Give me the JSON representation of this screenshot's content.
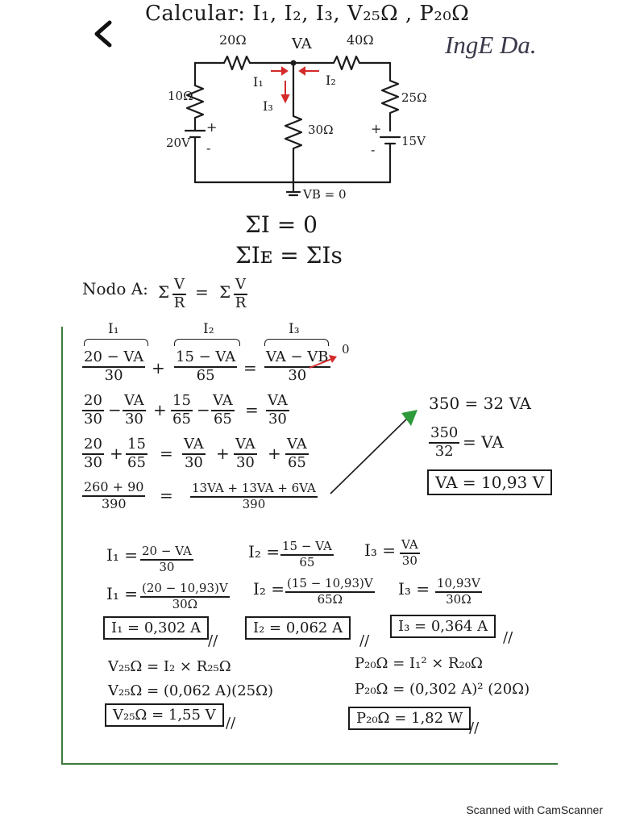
{
  "header": {
    "back_icon": "chevron-left-icon",
    "title": "Calcular: I₁, I₂, I₃, V₂₅Ω , P₂₀Ω",
    "brand": "IngE Da."
  },
  "circuit": {
    "r_top_left": "20Ω",
    "node_a": "VA",
    "r_top_right": "40Ω",
    "r_left": "10Ω",
    "source_left": "20V",
    "plus": "+",
    "minus": "-",
    "i1": "I₁",
    "i2": "I₂",
    "i3": "I₃",
    "r_middle": "30Ω",
    "r_right": "25Ω",
    "source_right": "15V",
    "ground": "VB = 0"
  },
  "laws": {
    "kcl": "ΣI = 0",
    "kcl_in_out": "ΣIᴇ = ΣIs",
    "node_label": "Nodo A:",
    "node_eq_lhs": "Σ",
    "node_eq_eq": "=",
    "v": "V",
    "r": "R"
  },
  "node_equation": {
    "brace_i1": "I₁",
    "brace_i2": "I₂",
    "brace_i3": "I₃",
    "row1": {
      "n1": "20 − VA",
      "d1": "30",
      "op1": "+",
      "n2": "15 − VA",
      "d2": "65",
      "eq": "=",
      "n3": "VA − VB",
      "d3": "30",
      "zero": "0"
    },
    "row2": {
      "n1": "20",
      "d1": "30",
      "op1": "−",
      "n2": "VA",
      "d2": "30",
      "op2": "+",
      "n3": "15",
      "d3": "65",
      "op3": "−",
      "n4": "VA",
      "d4": "65",
      "eq": "=",
      "n5": "VA",
      "d5": "30"
    },
    "row3": {
      "n1": "20",
      "d1": "30",
      "op1": "+",
      "n2": "15",
      "d2": "65",
      "eq": "=",
      "n3": "VA",
      "d3": "30",
      "op2": "+",
      "n4": "VA",
      "d4": "30",
      "op3": "+",
      "n5": "VA",
      "d5": "65"
    },
    "row4": {
      "n1": "260 + 90",
      "d1": "390",
      "eq": "=",
      "n2": "13VA + 13VA + 6VA",
      "d2": "390"
    }
  },
  "solution": {
    "line1": "350 = 32 VA",
    "num": "350",
    "den": "32",
    "eq": "= VA",
    "result": "VA = 10,93  V"
  },
  "currents": {
    "i1_lhs": "I₁ =",
    "i1_num": "20 − VA",
    "i1_den": "30",
    "i2_lhs": "I₂ =",
    "i2_num": "15 − VA",
    "i2_den": "65",
    "i3_lhs": "I₃ =",
    "i3_num": "VA",
    "i3_den": "30",
    "i1_sub_num": "(20 − 10,93)V",
    "i1_sub_den": "30Ω",
    "i2_sub_num": "(15 − 10,93)V",
    "i2_sub_den": "65Ω",
    "i3_sub_num": "10,93V",
    "i3_sub_den": "30Ω",
    "i1_result": "I₁ = 0,302 A",
    "i2_result": "I₂ = 0,062 A",
    "i3_result": "I₃ = 0,364 A",
    "check": "//"
  },
  "voltage_power": {
    "v_formula": "V₂₅Ω = I₂ × R₂₅Ω",
    "v_sub": "V₂₅Ω = (0,062 A)(25Ω)",
    "v_result": "V₂₅Ω = 1,55 V",
    "p_formula": "P₂₀Ω = I₁² × R₂₀Ω",
    "p_sub": "P₂₀Ω = (0,302 A)² (20Ω)",
    "p_result": "P₂₀Ω = 1,82 W"
  },
  "footer": {
    "scanner": "Scanned with CamScanner"
  },
  "colors": {
    "ink": "#1b1b1b",
    "arrow_red": "#d42a2a",
    "arrow_green": "#2e9a3a",
    "paper_line": "#3c7a3c"
  }
}
